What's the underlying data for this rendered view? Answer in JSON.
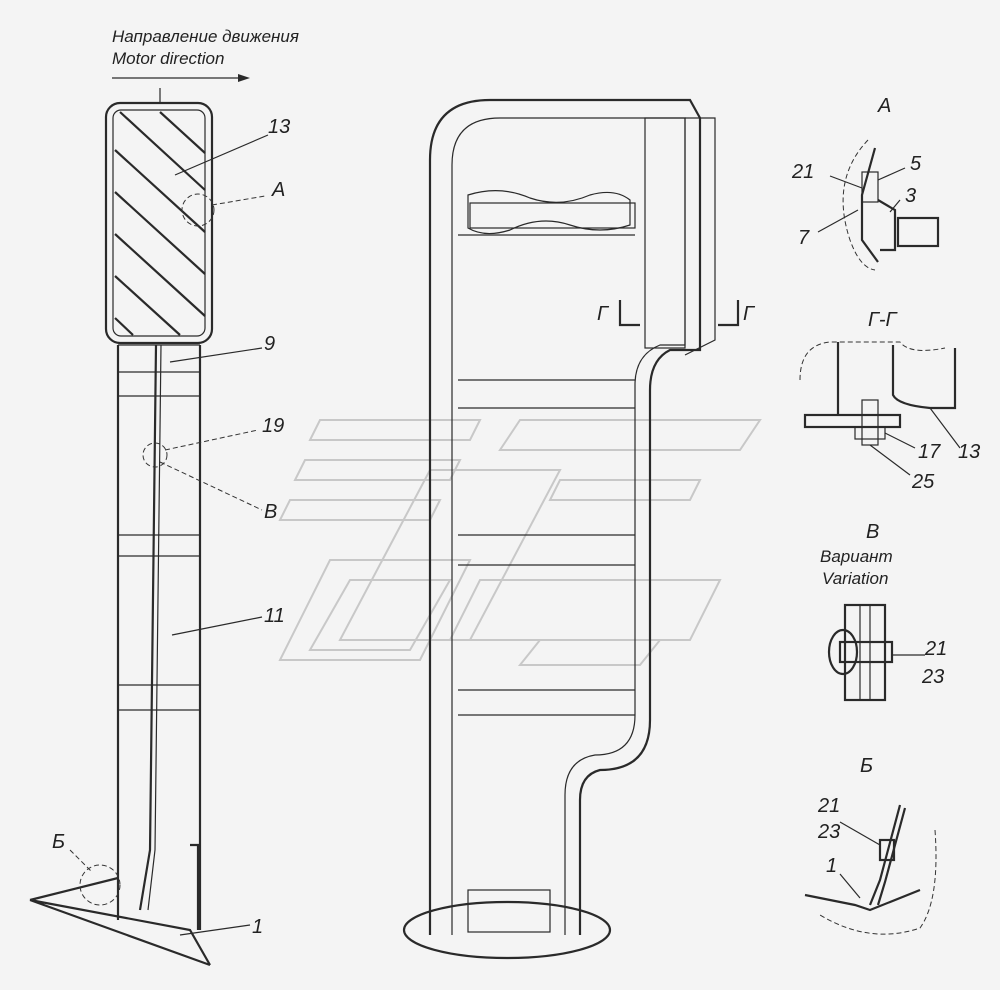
{
  "header": {
    "direction_ru": "Направление движения",
    "direction_en": "Motor direction"
  },
  "left_view": {
    "callouts": [
      "13",
      "A",
      "9",
      "19",
      "B",
      "11",
      "Б",
      "1"
    ]
  },
  "center_view": {
    "section_mark_left": "Г",
    "section_mark_right": "Г"
  },
  "detail_a": {
    "title": "A",
    "callouts": [
      "21",
      "5",
      "3",
      "7"
    ]
  },
  "detail_section": {
    "title": "Г-Г",
    "callouts": [
      "17",
      "13",
      "25"
    ]
  },
  "detail_v": {
    "title": "B",
    "subtitle_ru": "Вариант",
    "subtitle_en": "Variation",
    "callouts": [
      "21",
      "23"
    ]
  },
  "detail_b": {
    "title": "Б",
    "callouts": [
      "21",
      "23",
      "1"
    ]
  }
}
